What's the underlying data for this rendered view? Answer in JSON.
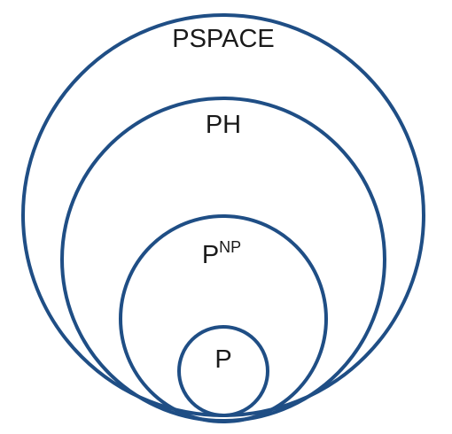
{
  "colors": {
    "stroke": "#1f4e85",
    "text": "#1a1a1a",
    "background": "#ffffff"
  },
  "classes": [
    {
      "id": "pspace",
      "name": "PSPACE",
      "superscript": ""
    },
    {
      "id": "ph",
      "name": "PH",
      "superscript": ""
    },
    {
      "id": "pnp",
      "name": "P",
      "superscript": "NP"
    },
    {
      "id": "p",
      "name": "P",
      "superscript": ""
    }
  ]
}
